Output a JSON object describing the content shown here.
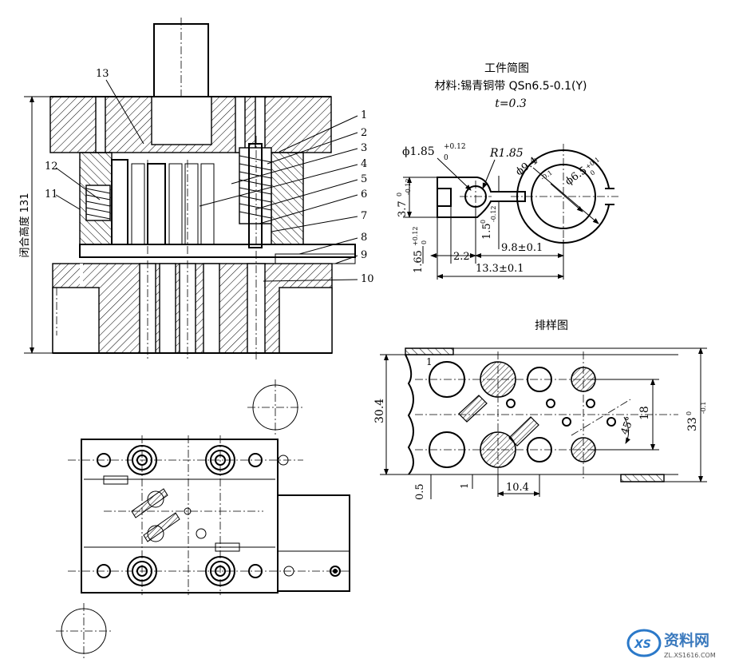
{
  "part_drawing": {
    "title": "工件简图",
    "material": "材料:锡青铜带 QSn6.5-0.1(Y)",
    "thickness": "t=0.3",
    "dims": {
      "hole_dia": "ϕ1.85",
      "hole_tol_up": "+0.12",
      "hole_tol_low": "0",
      "radius": "R1.85",
      "ring_outer": "ϕ9.4",
      "ring_outer_tol_up": "0",
      "ring_outer_tol_low": "-0.1",
      "ring_inner": "ϕ6.5",
      "ring_inner_tol_up": "+0.1",
      "ring_inner_tol_low": "0",
      "height_left": "3.7",
      "height_left_tol_up": "0",
      "height_left_tol_low": "-0.12",
      "neck_width": "1.5",
      "neck_tol_up": "0",
      "neck_tol_low": "-0.12",
      "tab_width": "1.65",
      "tab_tol_up": "+0.12",
      "tab_tol_low": "0",
      "len_short": "2.2",
      "len_mid": "9.8±0.1",
      "len_total": "13.3±0.1"
    }
  },
  "strip_layout": {
    "title": "排样图",
    "dims": {
      "corner": "1",
      "width": "30.4",
      "pitch_v": "18",
      "angle": "45°",
      "edge_gap": "0.5",
      "gap": "1",
      "pitch_h": "10.4",
      "strip_width": "33",
      "strip_tol_up": "0",
      "strip_tol_low": "-0.1"
    }
  },
  "die_section": {
    "closed_height_label": "闭合高度 131",
    "callouts": [
      "13",
      "1",
      "2",
      "3",
      "4",
      "5",
      "6",
      "7",
      "8",
      "9",
      "10",
      "12",
      "11"
    ]
  },
  "watermark": {
    "text": "资料网",
    "url": "ZL.XS1616.COM",
    "logo": "XS"
  }
}
